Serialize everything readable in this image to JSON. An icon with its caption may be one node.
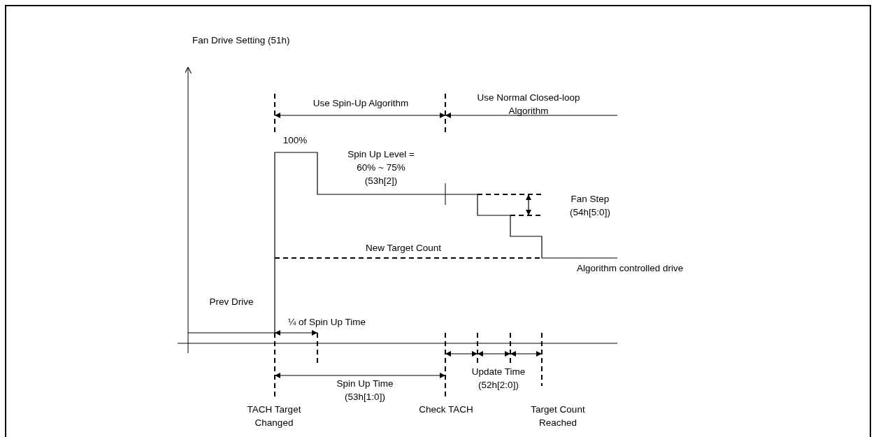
{
  "diagram": {
    "labels": [
      "Fan Drive Setting (51h)",
      "Use Spin-Up Algorithm",
      "Use Normal Closed-loop Algorithm",
      "100%",
      "Spin Up Level = 60% ~ 75% (53h[2])",
      "Fan Step (54h[5:0])",
      "New Target Count",
      "Algorithm controlled drive",
      "Prev Drive",
      "¼ of Spin Up Time",
      "Spin Up Time (53h[1:0])",
      "Update Time (52h[2:0])",
      "TACH Target Changed",
      "Check TACH",
      "Target Count Reached"
    ]
  }
}
